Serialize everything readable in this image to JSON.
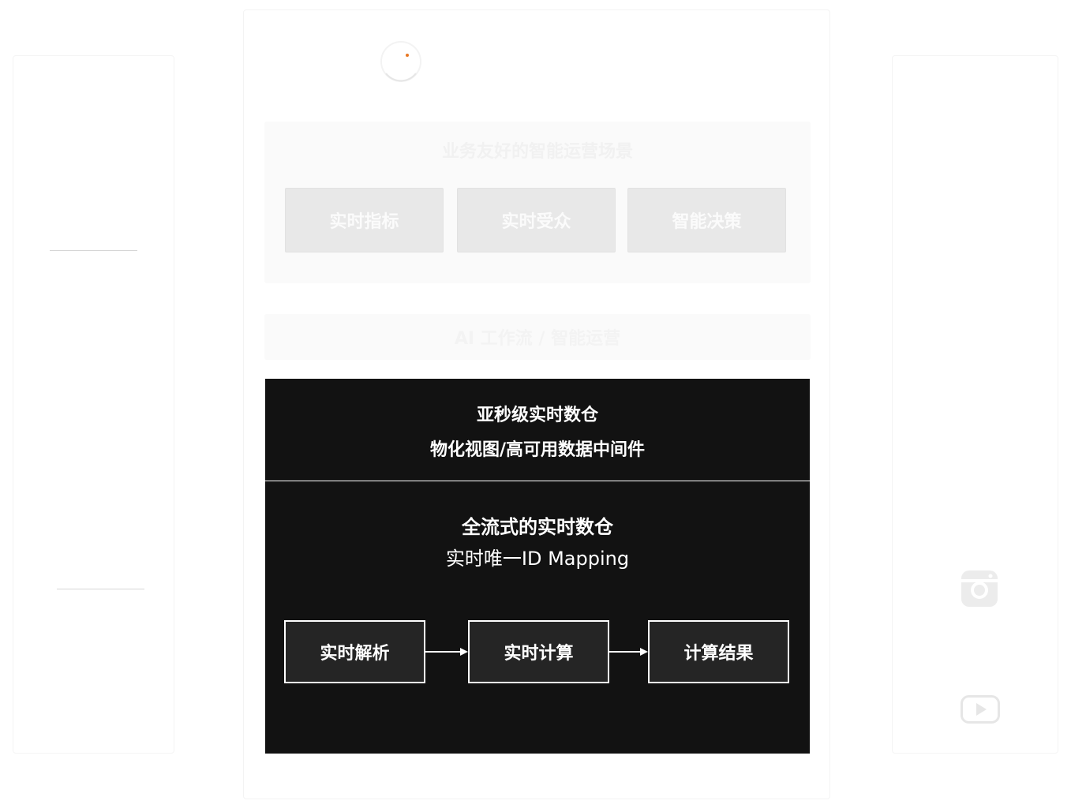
{
  "scenario": {
    "title": "业务友好的智能运营场景",
    "buttons": [
      "实时指标",
      "实时受众",
      "智能决策"
    ]
  },
  "workflow": {
    "label": "AI 工作流 / 智能运营"
  },
  "warehouse": {
    "line1": "亚秒级实时数仓",
    "line2": "物化视图/高可用数据中间件"
  },
  "pipeline": {
    "title": "全流式的实时数仓",
    "subtitle": "实时唯一ID Mapping",
    "steps": [
      "实时解析",
      "实时计算",
      "计算结果"
    ]
  },
  "colors": {
    "dark_panel": "#121212",
    "step_fill": "#252525",
    "accent_dot": "#e87722"
  },
  "icons": {
    "right_panel": [
      "camera-icon",
      "play-icon"
    ],
    "loader": "spinner-icon"
  }
}
